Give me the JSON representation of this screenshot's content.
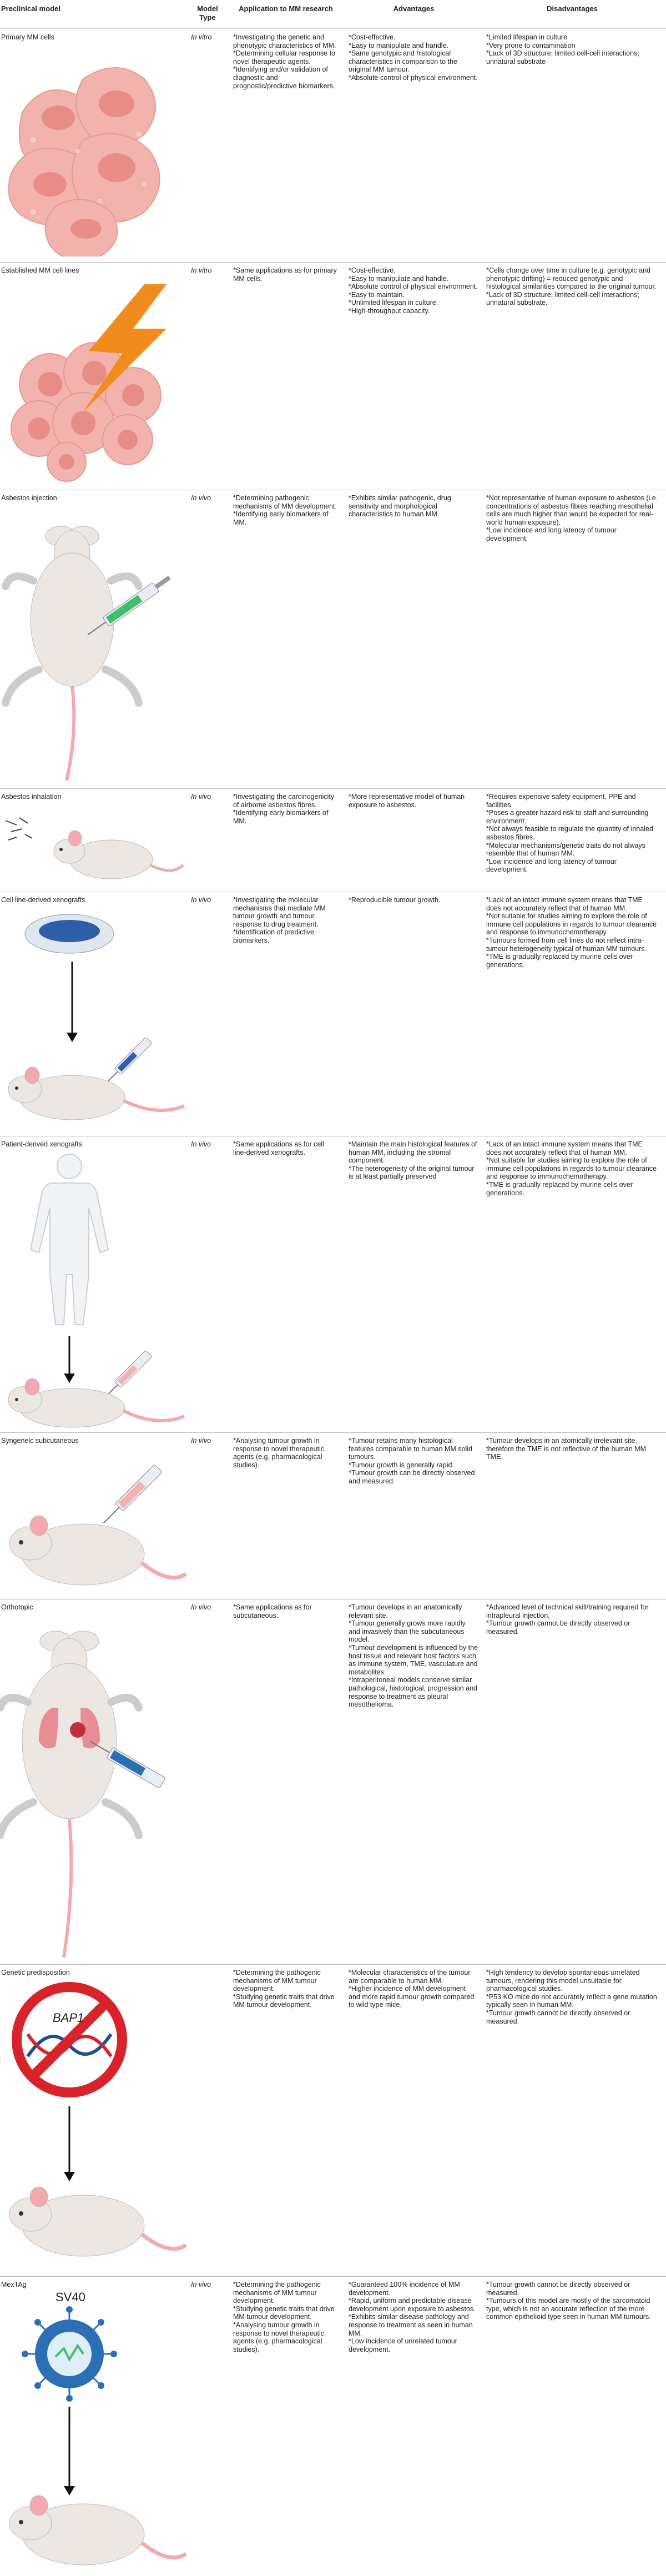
{
  "headers": {
    "model": "Preclinical model",
    "type": "Model Type",
    "application": "Application to MM research",
    "advantages": "Advantages",
    "disadvantages": "Disadvantages"
  },
  "rows": [
    {
      "name": "Primary MM cells",
      "type": "In vitro",
      "application": [
        "*Investigating the genetic and phenotypic characteristics of MM.",
        "*Determining cellular response to novel therapeutic agents.",
        "*Identifying and/or validation of diagnostic and prognostic/predictive biomarkers."
      ],
      "advantages": [
        "*Cost-effective.",
        "*Easy to manipulate and handle.",
        "*Same genotypic and histological characteristics in comparison to the original MM tumour.",
        "*Absolute control of physical environment."
      ],
      "disadvantages": [
        "*Limited lifespan in culture",
        "*Very prone to contamination",
        "*Lack of 3D structure; limited cell-cell interactions; unnatural substrate"
      ]
    },
    {
      "name": "Established MM cell lines",
      "type": "In vitro",
      "application": [
        "*Same applications as for primary MM cells."
      ],
      "advantages": [
        "*Cost-effective.",
        "*Easy to manipulate and handle.",
        "*Absolute control of physical environment.",
        "*Easy to maintain.",
        "*Unlimited lifespan in culture.",
        "*High-throughput capacity."
      ],
      "disadvantages": [
        "*Cells change over time in culture (e.g. genotypic and phenotypic drifting) = reduced genotypic and histological similarities compared to the original tumour.",
        "*Lack of 3D structure; limited cell-cell interactions; unnatural substrate."
      ]
    },
    {
      "name": "Asbestos injection",
      "type": "In vivo",
      "application": [
        "*Determining pathogenic mechanisms of MM development.",
        "*Identifying early biomarkers of MM."
      ],
      "advantages": [
        "*Exhibits similar pathogenic, drug sensitivity and morphological characteristics to human MM."
      ],
      "disadvantages": [
        "*Not representative of human exposure to asbestos (i.e. concentrations of asbestos fibres reaching mesothelial cells are much higher than would be expected for real-world human exposure).",
        "*Low incidence and long latency of tumour development."
      ]
    },
    {
      "name": "Asbestos inhalation",
      "type": "In vivo",
      "application": [
        "*Investigating the carcinogenicity of airborne asbestos fibres.",
        "*Identifying early biomarkers of MM."
      ],
      "advantages": [
        "*More representative model of human exposure to asbestos."
      ],
      "disadvantages": [
        "*Requires expensive safety equipment, PPE and facilities.",
        "*Poses a greater hazard risk to staff and surrounding environment.",
        "*Not always feasible to regulate the quantity of inhaled asbestos fibres.",
        "*Molecular mechanisms/genetic traits do not always resemble that of human MM.",
        "*Low incidence and long latency of tumour development."
      ]
    },
    {
      "name": "Cell line-derived xenografts",
      "type": "In vivo",
      "application": [
        "*Investigating the molecular mechanisms that mediate MM tumour growth and tumour response to drug treatment.",
        "*Identification of predictive biomarkers."
      ],
      "advantages": [
        "*Reproducible tumour growth."
      ],
      "disadvantages": [
        "*Lack of an intact immune system means that TME does not accurately reflect that of human MM.",
        "*Not suitable for studies aiming to explore the role of immune cell populations in regards to tumour clearance and response to immunochemotherapy.",
        "*Tumours formed from cell lines do not reflect intra-tumour heterogeneity typical of human MM tumours.",
        "*TME is gradually replaced by murine cells over generations."
      ]
    },
    {
      "name": "Patient-derived xenografts",
      "type": "In vivo",
      "application": [
        "*Same applications as for cell line-derived xenografts."
      ],
      "advantages": [
        "*Maintain the main histological features of human MM, including the stromal component.",
        "*The heterogeneity of the original tumour is at least partially preserved"
      ],
      "disadvantages": [
        "*Lack of an intact immune system means that TME does not accurately reflect that of human MM.",
        "*Not suitable for studies aiming to explore the role of immune cell populations in regards to tumour clearance and response to immunochemotherapy.",
        "*TME is gradually replaced by murine cells over generations."
      ]
    },
    {
      "name": "Syngeneic subcutaneous",
      "type": "In vivo",
      "application": [
        "*Analysing tumour growth in response to novel therapeutic agents (e.g. pharmacological studies)."
      ],
      "advantages": [
        "*Tumour retains many histological features comparable to human MM solid tumours.",
        "*Tumour growth is generally rapid.",
        "*Tumour growth can be directly observed and measured."
      ],
      "disadvantages": [
        "*Tumour develops in an atomically irrelevant site, therefore the TME is not reflective of the human MM TME."
      ]
    },
    {
      "name": "Orthotopic",
      "type": "In vivo",
      "application": [
        "*Same applications as for subcutaneous."
      ],
      "advantages": [
        "*Tumour develops in an anatomically relevant site.",
        "*Tumour generally grows more rapidly and invasively than the subcutaneous model.",
        "*Tumour development is influenced by the host tissue and relevant host factors such as immune system, TME, vasculature and metabolites.",
        "*Intraperitoneal models conserve similar pathological, histological, progression and response to treatment as pleural mesothelioma."
      ],
      "disadvantages": [
        "*Advanced level of technical skill/training required for intrapleural injection.",
        "*Tumour growth cannot be directly observed or measured."
      ]
    },
    {
      "name": "Genetic predisposition",
      "type": "",
      "application": [
        "*Determining the pathogenic mechanisms of MM tumour development.",
        "*Studying genetic traits that drive MM tumour development."
      ],
      "advantages": [
        "*Molecular characteristics of the tumour are comparable to human MM.",
        "*Higher incidence of MM development and more rapid tumour growth compared to wild type mice."
      ],
      "disadvantages": [
        "*High tendency to develop spontaneous unrelated tumours, rendering this model unsuitable for pharmacological studies.",
        "*P53 KO mice do not accurately reflect a gene mutation typically seen in human MM.",
        "*Tumour growth cannot be directly observed or measured."
      ]
    },
    {
      "name": "MexTAg",
      "type": "In vivo",
      "application": [
        "*Determining the pathogenic mechanisms of MM tumour development.",
        "*Studying genetic traits that drive MM tumour development.",
        "*Analysing tumour growth in response to novel therapeutic agents (e.g. pharmacological studies)."
      ],
      "advantages": [
        "*Guaranteed 100% incidence of MM development.",
        "*Rapid, uniform and predictable disease development upon exposure to asbestos.",
        "*Exhibits similar disease pathology and response to treatment as seen in human MM.",
        "*Low incidence of unrelated tumour development."
      ],
      "disadvantages": [
        "*Tumour growth cannot be directly observed or measured.",
        "*Tumours of this model are mostly of the sarcomatoid type, which is not an accurate reflection of the more common epithelioid type seen in human MM tumours."
      ]
    }
  ],
  "figure_labels": {
    "bap1": "BAP1",
    "sv40": "SV40"
  },
  "colors": {
    "cell_fill": "#f3b3ad",
    "cell_nucleus": "#e88d86",
    "mouse_body": "#ece7e3",
    "mouse_pink": "#f2aab0",
    "syringe_green": "#3fbf6a",
    "lightning": "#f08c1e",
    "petri_blue": "#2c5fa8",
    "stop_red": "#d8232a",
    "virus_blue": "#2b6fb5"
  }
}
